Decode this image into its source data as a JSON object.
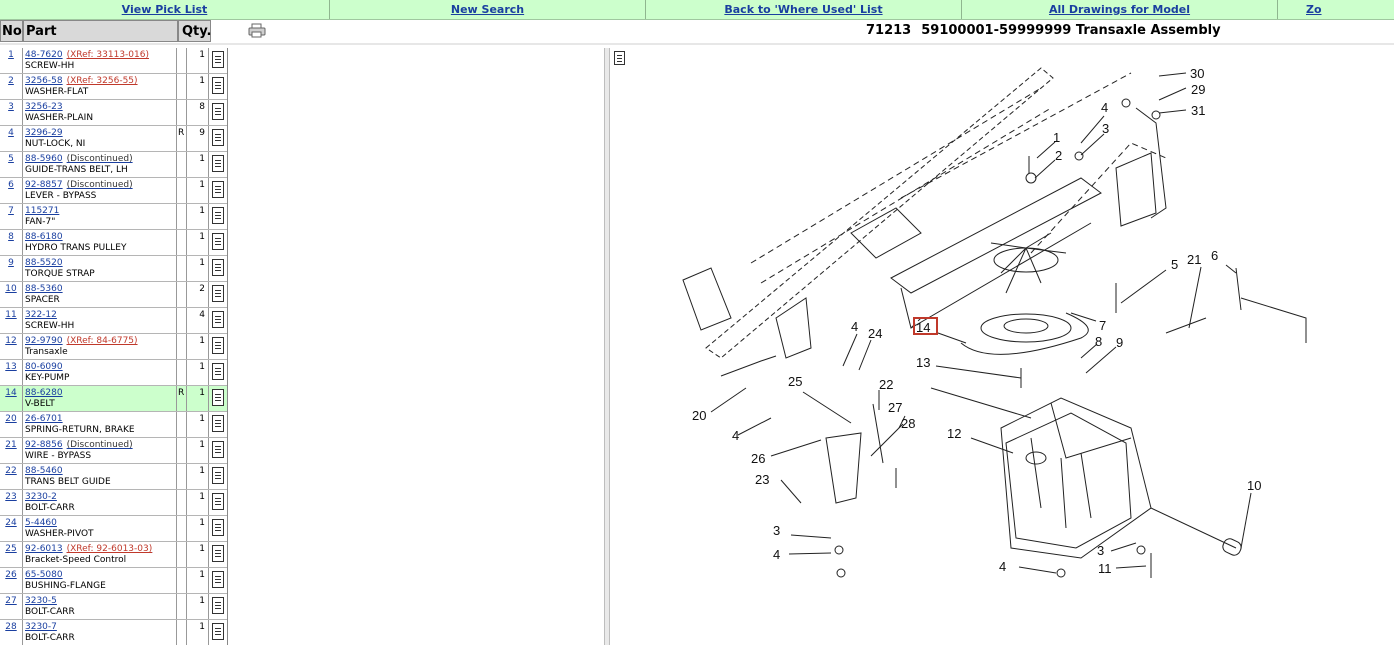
{
  "nav": {
    "view_pick_list": "View Pick List",
    "new_search": "New Search",
    "back_where_used": "Back to 'Where Used' List",
    "all_drawings": "All Drawings for Model",
    "zoom_partial": "Zo"
  },
  "header": {
    "col_no": "No.",
    "col_part": "Part",
    "col_qty": "Qty.",
    "model": "71213",
    "title": "59100001-59999999 Transaxle Assembly"
  },
  "colors": {
    "nav_bg": "#ccffcc",
    "link": "#1a3fa0",
    "xref": "#c0392b",
    "selected_row": "#ccffcc",
    "callout_box": "#c0392b"
  },
  "parts": [
    {
      "no": "1",
      "part": "48-7620",
      "note": "(XRef: 33113-016)",
      "note_type": "xref",
      "desc": "SCREW-HH",
      "flag": "",
      "qty": "1"
    },
    {
      "no": "2",
      "part": "3256-58",
      "note": "(XRef: 3256-55)",
      "note_type": "xref",
      "desc": "WASHER-FLAT",
      "flag": "",
      "qty": "1"
    },
    {
      "no": "3",
      "part": "3256-23",
      "note": "",
      "note_type": "",
      "desc": "WASHER-PLAIN",
      "flag": "",
      "qty": "8"
    },
    {
      "no": "4",
      "part": "3296-29",
      "note": "",
      "note_type": "",
      "desc": "NUT-LOCK, NI",
      "flag": "R",
      "qty": "9"
    },
    {
      "no": "5",
      "part": "88-5960",
      "note": "(Discontinued)",
      "note_type": "disc",
      "desc": "GUIDE-TRANS BELT, LH",
      "flag": "",
      "qty": "1"
    },
    {
      "no": "6",
      "part": "92-8857",
      "note": "(Discontinued)",
      "note_type": "disc",
      "desc": "LEVER - BYPASS",
      "flag": "",
      "qty": "1"
    },
    {
      "no": "7",
      "part": "115271",
      "note": "",
      "note_type": "",
      "desc": "FAN-7\"",
      "flag": "",
      "qty": "1"
    },
    {
      "no": "8",
      "part": "88-6180",
      "note": "",
      "note_type": "",
      "desc": "HYDRO TRANS PULLEY",
      "flag": "",
      "qty": "1"
    },
    {
      "no": "9",
      "part": "88-5520",
      "note": "",
      "note_type": "",
      "desc": "TORQUE STRAP",
      "flag": "",
      "qty": "1"
    },
    {
      "no": "10",
      "part": "88-5360",
      "note": "",
      "note_type": "",
      "desc": "SPACER",
      "flag": "",
      "qty": "2"
    },
    {
      "no": "11",
      "part": "322-12",
      "note": "",
      "note_type": "",
      "desc": "SCREW-HH",
      "flag": "",
      "qty": "4"
    },
    {
      "no": "12",
      "part": "92-9790",
      "note": "(XRef: 84-6775)",
      "note_type": "xref",
      "desc": "Transaxle",
      "flag": "",
      "qty": "1"
    },
    {
      "no": "13",
      "part": "80-6090",
      "note": "",
      "note_type": "",
      "desc": "KEY-PUMP",
      "flag": "",
      "qty": "1"
    },
    {
      "no": "14",
      "part": "88-6280",
      "note": "",
      "note_type": "",
      "desc": "V-BELT",
      "flag": "R",
      "qty": "1",
      "selected": true
    },
    {
      "no": "20",
      "part": "26-6701",
      "note": "",
      "note_type": "",
      "desc": "SPRING-RETURN, BRAKE",
      "flag": "",
      "qty": "1"
    },
    {
      "no": "21",
      "part": "92-8856",
      "note": "(Discontinued)",
      "note_type": "disc",
      "desc": "WIRE - BYPASS",
      "flag": "",
      "qty": "1"
    },
    {
      "no": "22",
      "part": "88-5460",
      "note": "",
      "note_type": "",
      "desc": "TRANS BELT GUIDE",
      "flag": "",
      "qty": "1"
    },
    {
      "no": "23",
      "part": "3230-2",
      "note": "",
      "note_type": "",
      "desc": "BOLT-CARR",
      "flag": "",
      "qty": "1"
    },
    {
      "no": "24",
      "part": "5-4460",
      "note": "",
      "note_type": "",
      "desc": "WASHER-PIVOT",
      "flag": "",
      "qty": "1"
    },
    {
      "no": "25",
      "part": "92-6013",
      "note": "(XRef: 92-6013-03)",
      "note_type": "xref",
      "desc": "Bracket-Speed Control",
      "flag": "",
      "qty": "1"
    },
    {
      "no": "26",
      "part": "65-5080",
      "note": "",
      "note_type": "",
      "desc": "BUSHING-FLANGE",
      "flag": "",
      "qty": "1"
    },
    {
      "no": "27",
      "part": "3230-5",
      "note": "",
      "note_type": "",
      "desc": "BOLT-CARR",
      "flag": "",
      "qty": "1"
    },
    {
      "no": "28",
      "part": "3230-7",
      "note": "",
      "note_type": "",
      "desc": "BOLT-CARR",
      "flag": "",
      "qty": "1"
    }
  ],
  "callouts": {
    "c30": "30",
    "c29": "29",
    "c31": "31",
    "c4a": "4",
    "c3a": "3",
    "c1": "1",
    "c2": "2",
    "c5": "5",
    "c21": "21",
    "c6": "6",
    "c7": "7",
    "c14": "14",
    "c8": "8",
    "c9": "9",
    "c4b": "4",
    "c24": "24",
    "c13": "13",
    "c25": "25",
    "c22": "22",
    "c20": "20",
    "c27": "27",
    "c28": "28",
    "c4c": "4",
    "c26": "26",
    "c12": "12",
    "c23": "23",
    "c10": "10",
    "c3b": "3",
    "c4d": "4",
    "c3c": "3",
    "c4e": "4",
    "c11": "11"
  }
}
